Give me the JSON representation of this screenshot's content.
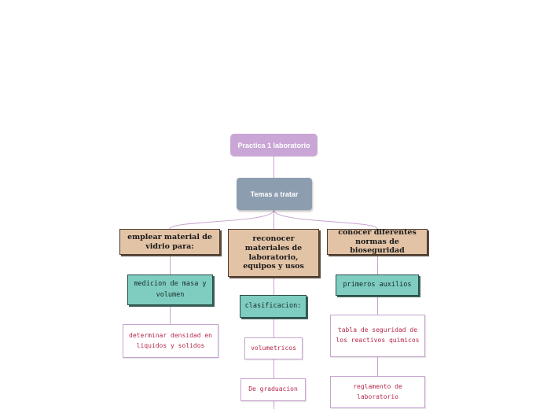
{
  "root": {
    "label": "Practica 1 laboratorio"
  },
  "sub": {
    "label": "Temas a tratar"
  },
  "topics": [
    {
      "label": "emplear material de vidrio para:",
      "child": {
        "label": "medicion de masa y volumen",
        "leaves": [
          "determinar densidad en liquidos y solidos"
        ]
      }
    },
    {
      "label": "reconocer materiales de laboratorio, equipos y usos",
      "child": {
        "label": "clasificacion:",
        "leaves": [
          "volumetricos",
          "De graduacion"
        ]
      }
    },
    {
      "label": "conocer diferentes normas de bioseguridad",
      "child": {
        "label": "primeros auxilios",
        "leaves": [
          "tabla de seguridad de los reactivos quimicos",
          "reglamento de laboratorio"
        ]
      }
    }
  ],
  "colors": {
    "root": "#c9a6d6",
    "sub": "#8c9db0",
    "topic": "#e3c3a6",
    "teal": "#7ecdc0",
    "leaf_text": "#b5294d",
    "connector": "#c7a3cf"
  }
}
